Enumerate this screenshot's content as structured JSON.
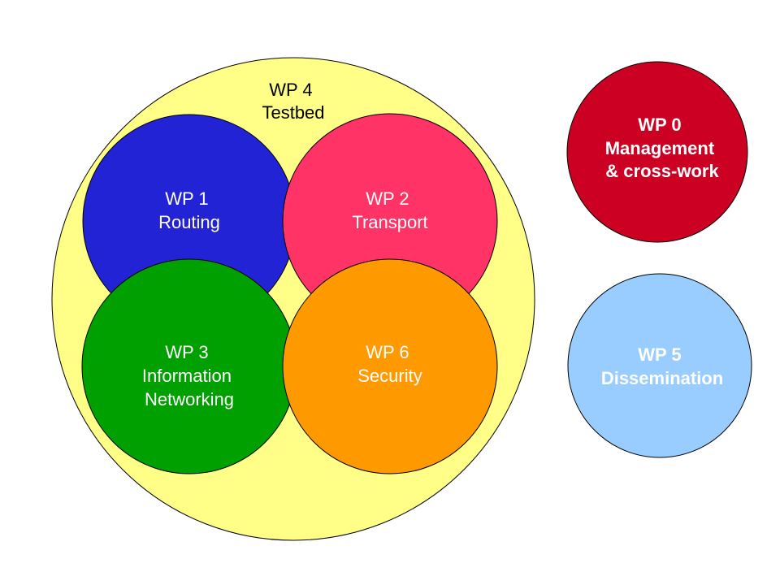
{
  "work_packages": [
    {
      "id": "wp4",
      "lines": [
        "WP 4",
        "Testbed"
      ],
      "color": "#ffff88",
      "text_color": "#000000",
      "bold": false
    },
    {
      "id": "wp1",
      "lines": [
        "WP 1",
        "Routing"
      ],
      "color": "#2323d6",
      "text_color": "#ffffff",
      "bold": false
    },
    {
      "id": "wp2",
      "lines": [
        "WP 2",
        "Transport"
      ],
      "color": "#ff3366",
      "text_color": "#ffffff",
      "bold": false
    },
    {
      "id": "wp3",
      "lines": [
        "WP 3",
        "Information",
        "Networking"
      ],
      "color": "#00a000",
      "text_color": "#ffffff",
      "bold": false
    },
    {
      "id": "wp6",
      "lines": [
        "WP 6",
        "Security"
      ],
      "color": "#ff9900",
      "text_color": "#ffffff",
      "bold": false
    },
    {
      "id": "wp0",
      "lines": [
        "WP 0",
        "Management",
        "& cross-work"
      ],
      "color": "#cc0022",
      "text_color": "#ffffff",
      "bold": true
    },
    {
      "id": "wp5",
      "lines": [
        "WP 5",
        "Dissemination"
      ],
      "color": "#99ccff",
      "text_color": "#ffffff",
      "bold": true
    }
  ]
}
